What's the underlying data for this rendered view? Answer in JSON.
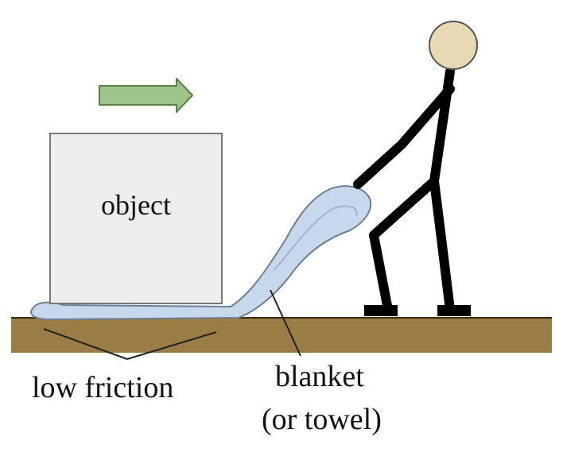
{
  "labels": {
    "object": "object",
    "low_friction": "low friction",
    "blanket_line1": "blanket",
    "blanket_line2": "(or towel)"
  },
  "colors": {
    "ground": "#9a7d45",
    "ground_line": "#3a2a12",
    "box_fill": "#eeeeee",
    "box_stroke": "#777777",
    "arrow_fill": "#9dc58a",
    "arrow_stroke": "#5c7f4a",
    "blanket_fill": "#c8d8ec",
    "blanket_stroke": "#6f7f93",
    "head_fill": "#e8d8b4",
    "head_stroke": "#555555",
    "stick": "#000000"
  },
  "icons": {
    "direction_arrow": "right-arrow-icon",
    "person": "stick-figure-icon"
  }
}
